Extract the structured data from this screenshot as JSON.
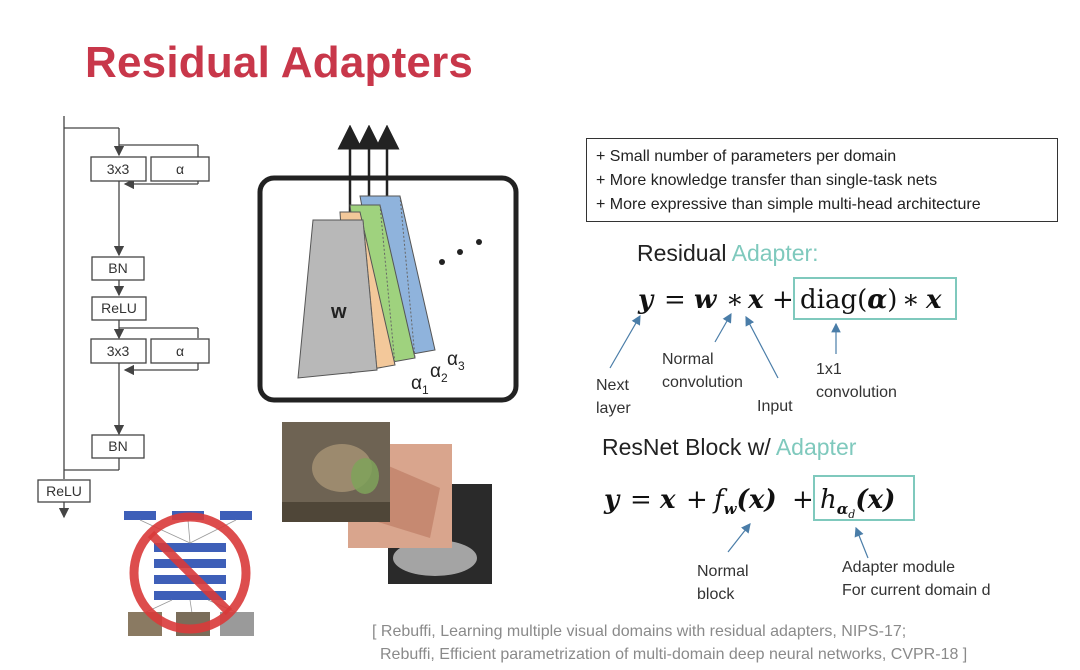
{
  "title": "Residual Adapters",
  "block_diagram": {
    "conv1": "3x3",
    "alpha1": "α",
    "bn1": "BN",
    "relu1": "ReLU",
    "conv2": "3x3",
    "alpha2": "α",
    "bn2": "BN",
    "relu_out": "ReLU"
  },
  "filter_stack": {
    "w_label": "w",
    "alpha1": "α",
    "alpha1_sub": "1",
    "alpha2": "α",
    "alpha2_sub": "2",
    "alpha3": "α",
    "alpha3_sub": "3"
  },
  "benefits": [
    "+ Small number of parameters per domain",
    "+ More knowledge transfer than single-task nets",
    "+ More expressive than simple multi-head architecture"
  ],
  "residual_adapter": {
    "heading_prefix": "Residual ",
    "heading_accent": "Adapter:",
    "equation": {
      "y": "y",
      "eq": "=",
      "w": "w",
      "star1": "∗",
      "x1": "x",
      "plus": "+",
      "diag": "diag(",
      "alpha": "α",
      "close": ")",
      "star2": "∗",
      "x2": "x"
    },
    "label_next_layer": [
      "Next",
      "layer"
    ],
    "label_normal_conv": [
      "Normal",
      "convolution"
    ],
    "label_input": "Input",
    "label_1x1": [
      "1x1",
      "convolution"
    ]
  },
  "resnet_block": {
    "heading_prefix": "ResNet Block w/ ",
    "heading_accent": "Adapter",
    "equation": {
      "y": "y",
      "eq": "=",
      "x1": "x",
      "plus1": "+",
      "f": "f",
      "f_sub": "w",
      "fx": "(x)",
      "plus2": "+",
      "h": "h",
      "h_sub": "α",
      "h_subsub": "d",
      "hx": "(x)"
    },
    "label_normal_block": [
      "Normal",
      "block"
    ],
    "label_adapter_module": [
      "Adapter module",
      "For current domain d"
    ]
  },
  "citation": [
    "[ Rebuffi, Learning multiple visual domains with residual adapters, NIPS-17;",
    "Rebuffi, Efficient parametrization of multi-domain deep neural networks, CVPR-18 ]"
  ],
  "colors": {
    "title": "#c8374a",
    "adapter_accent": "#7fc9bd",
    "layer_gray": "#b8b8b8",
    "layer_orange": "#f3c89a",
    "layer_green": "#9fd27e",
    "layer_blue": "#8fb3dc",
    "prohibition_red": "#d93a3a",
    "multihead_blue": "#3e5fb8"
  },
  "icons": [
    "prohibition-icon",
    "domain-photos"
  ]
}
